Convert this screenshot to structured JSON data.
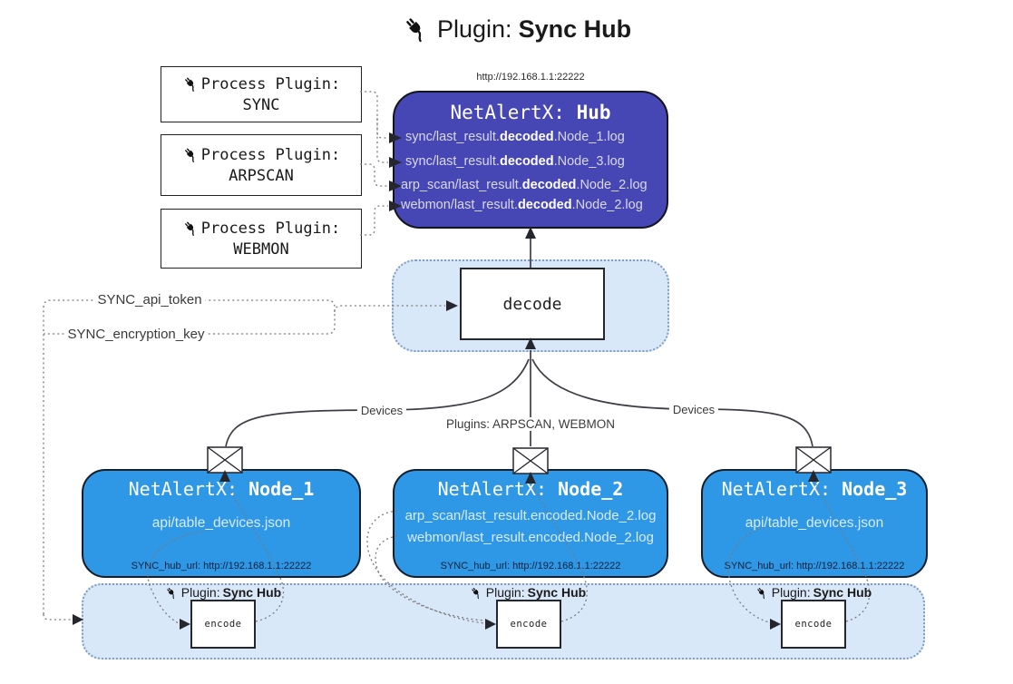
{
  "title": {
    "prefix": "Plugin:",
    "name": "Sync Hub"
  },
  "hub": {
    "url": "http://192.168.1.1:22222",
    "title_prefix": "NetAlertX: ",
    "title_name": "Hub",
    "logs": [
      {
        "pre": "sync/last_result.",
        "bold": "decoded",
        "post": ".Node_1.log"
      },
      {
        "pre": "sync/last_result.",
        "bold": "decoded",
        "post": ".Node_3.log"
      },
      {
        "pre": "arp_scan/last_result.",
        "bold": "decoded",
        "post": ".Node_2.log"
      },
      {
        "pre": "webmon/last_result.",
        "bold": "decoded",
        "post": ".Node_2.log"
      }
    ]
  },
  "process_plugins": [
    {
      "label": "Process Plugin:",
      "name": "SYNC"
    },
    {
      "label": "Process Plugin:",
      "name": "ARPSCAN"
    },
    {
      "label": "Process Plugin:",
      "name": "WEBMON"
    }
  ],
  "settings": {
    "api_token": "SYNC_api_token",
    "encryption_key": "SYNC_encryption_key"
  },
  "decode_label": "decode",
  "edge_labels": {
    "devices_left": "Devices",
    "devices_right": "Devices",
    "plugins": "Plugins: ARPSCAN, WEBMON"
  },
  "nodes": [
    {
      "title_prefix": "NetAlertX: ",
      "title_name": "Node_1",
      "files": [
        "api/table_devices.json"
      ],
      "hub_url": "SYNC_hub_url: http://192.168.1.1:22222"
    },
    {
      "title_prefix": "NetAlertX: ",
      "title_name": "Node_2",
      "files": [
        "arp_scan/last_result.encoded.Node_2.log",
        "webmon/last_result.encoded.Node_2.log"
      ],
      "hub_url": "SYNC_hub_url: http://192.168.1.1:22222"
    },
    {
      "title_prefix": "NetAlertX: ",
      "title_name": "Node_3",
      "files": [
        "api/table_devices.json"
      ],
      "hub_url": "SYNC_hub_url: http://192.168.1.1:22222"
    }
  ],
  "encode_area": {
    "plugin_prefix": "Plugin: ",
    "plugin_name": "Sync Hub",
    "encode_label": "encode"
  },
  "colors": {
    "hub_fill": "#4646b4",
    "node_fill": "#2e97e6",
    "panel_fill": "#d9e8f8",
    "panel_border": "#7d9cc0",
    "line_dark": "#3d3d46"
  }
}
